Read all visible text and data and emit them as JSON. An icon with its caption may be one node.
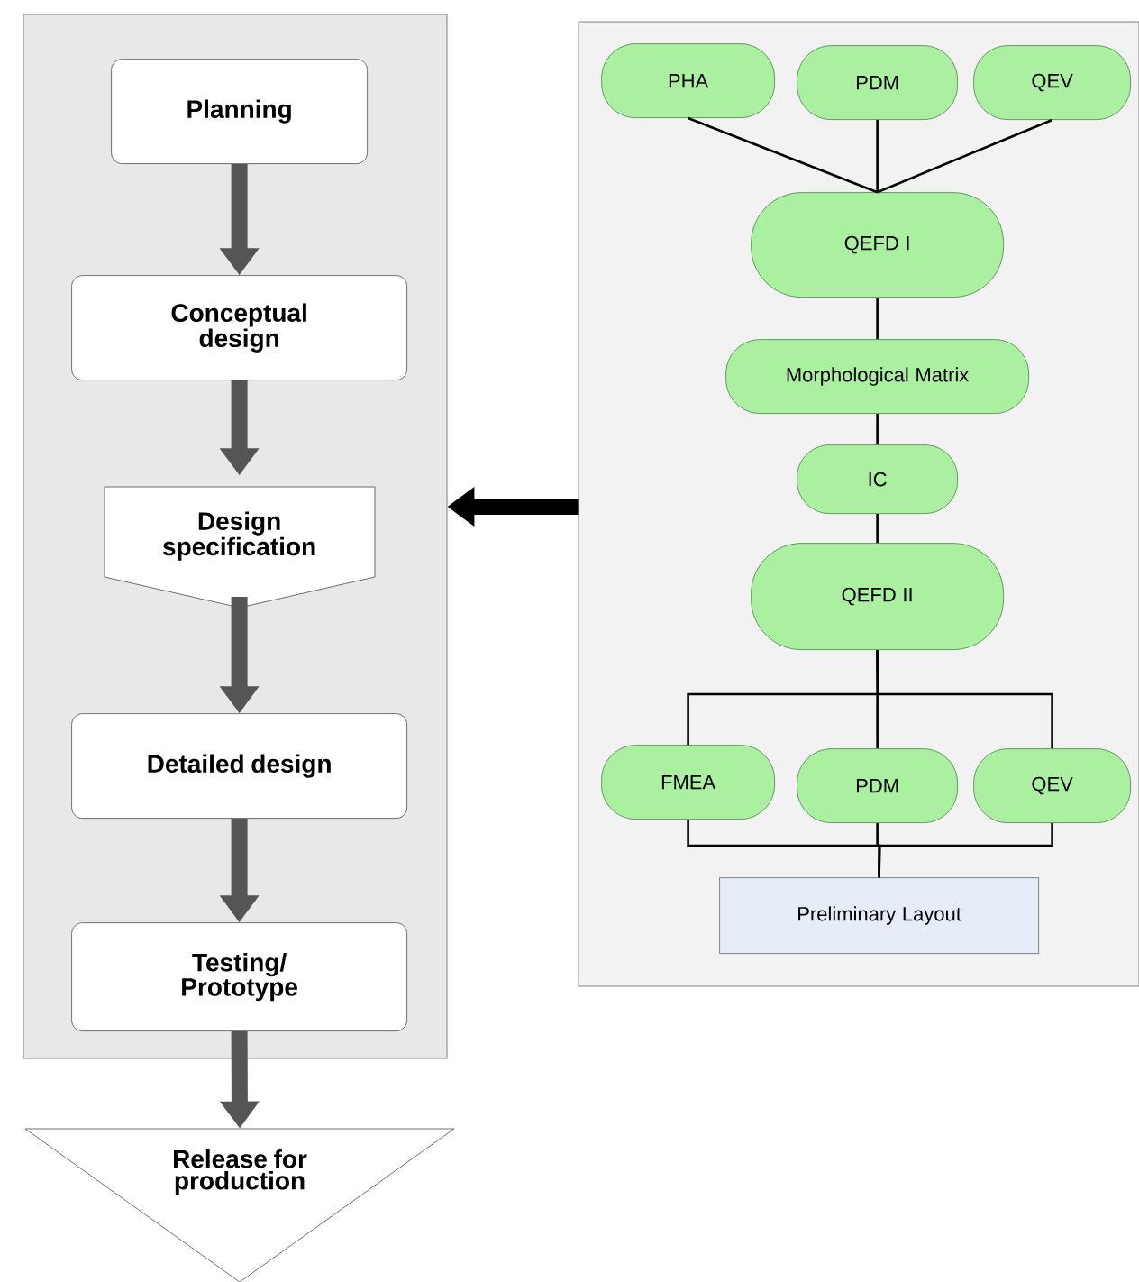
{
  "diagram": {
    "nodes": [
      {
        "text": [],
        "shape": "box"
      },
      {
        "text": [
          "Planning"
        ],
        "in": 0
      },
      {
        "text": [
          "Conceptual design"
        ],
        "in": 0
      },
      {
        "text": [
          "Design specification"
        ],
        "in": 0
      },
      {
        "text": [
          "Detailed design"
        ],
        "in": 0
      },
      {
        "text": [
          "Testing/ Prototype"
        ],
        "in": 0
      },
      {
        "text": [
          "Release for production"
        ]
      },
      {
        "text": [],
        "shape": "box"
      },
      {
        "text": [
          "PHA"
        ],
        "in": 7
      },
      {
        "text": [
          "PDM"
        ],
        "in": 7
      },
      {
        "text": [
          "QEV"
        ],
        "in": 7
      },
      {
        "text": [
          "QEFD I"
        ],
        "in": 7
      },
      {
        "text": [
          "Morphological Matrix"
        ],
        "in": 7
      },
      {
        "text": [
          "IC"
        ],
        "in": 7
      },
      {
        "text": [
          "QEFD II"
        ],
        "in": 7
      },
      {
        "text": [
          "FMEA"
        ],
        "in": 7
      },
      {
        "text": [
          "PDM"
        ],
        "in": 7
      },
      {
        "text": [
          "QEV"
        ],
        "in": 7
      },
      {
        "text": [
          "Preliminary Layout"
        ],
        "in": 7
      }
    ],
    "edges": [
      {
        "from": 1,
        "to": 2,
        "arrow": "to",
        "style": "thick",
        "color": "#555555"
      },
      {
        "from": 2,
        "to": 3,
        "arrow": "to",
        "style": "thick",
        "color": "#555555"
      },
      {
        "from": 3,
        "to": 4,
        "arrow": "to",
        "style": "thick",
        "color": "#555555"
      },
      {
        "from": 4,
        "to": 5,
        "arrow": "to",
        "style": "thick",
        "color": "#555555"
      },
      {
        "from": 5,
        "to": 6,
        "arrow": "to",
        "style": "thick",
        "color": "#555555"
      },
      {
        "from": 7,
        "to": 0,
        "arrow": "to",
        "style": "thick"
      },
      {
        "from": 8,
        "to": 11,
        "arrow": "none"
      },
      {
        "from": 9,
        "to": 11,
        "arrow": "none"
      },
      {
        "from": 10,
        "to": 11,
        "arrow": "none"
      },
      {
        "from": 11,
        "to": 12,
        "arrow": "none"
      },
      {
        "from": 12,
        "to": 13,
        "arrow": "none"
      },
      {
        "from": 13,
        "to": 14,
        "arrow": "none"
      },
      {
        "from": 14,
        "to": 15,
        "arrow": "none"
      },
      {
        "from": 14,
        "to": 16,
        "arrow": "none"
      },
      {
        "from": 14,
        "to": 17,
        "arrow": "none"
      },
      {
        "from": 15,
        "to": 18,
        "arrow": "none"
      },
      {
        "from": 16,
        "to": 18,
        "arrow": "none"
      },
      {
        "from": 17,
        "to": 18,
        "arrow": "none"
      }
    ]
  }
}
